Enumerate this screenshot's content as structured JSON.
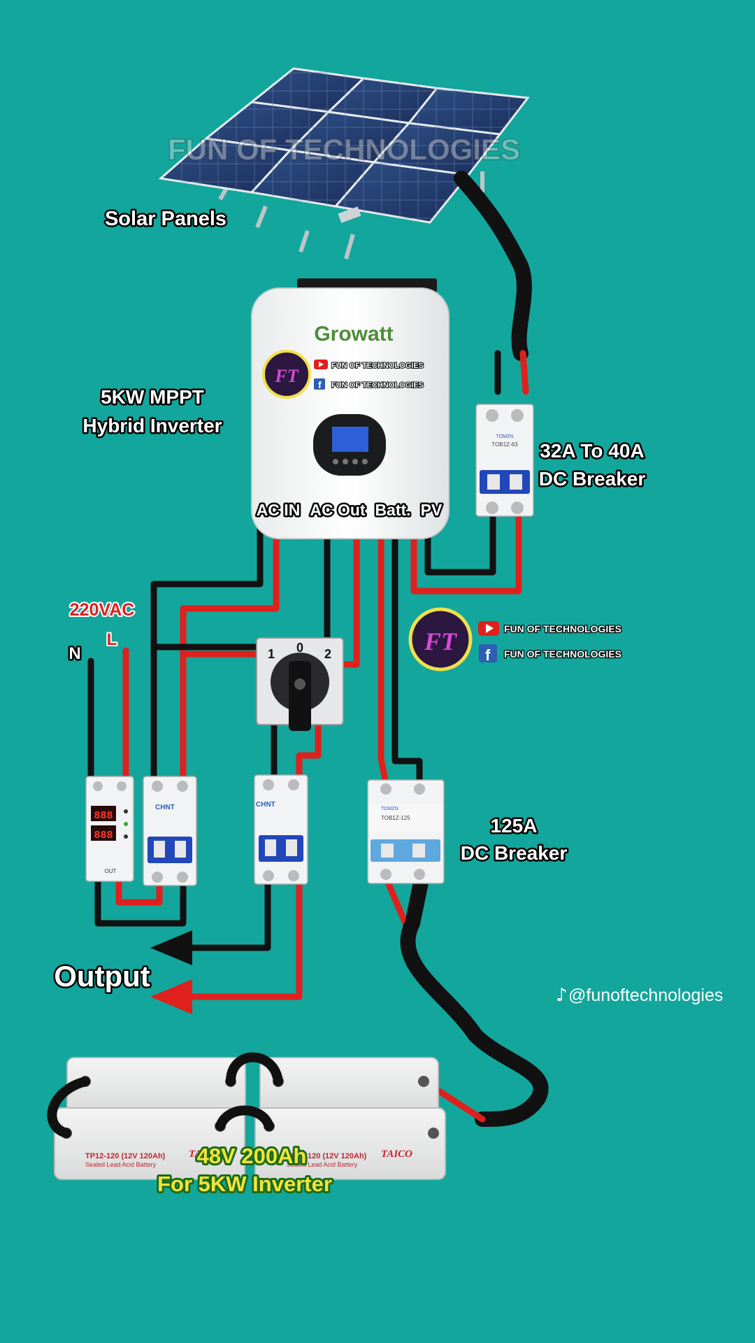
{
  "watermark": "FUN OF TECHNOLOGIES",
  "labels": {
    "solar_panels": "Solar Panels",
    "inverter_line1": "5KW MPPT",
    "inverter_line2": "Hybrid Inverter",
    "dc_breaker_pv_line1": "32A To 40A",
    "dc_breaker_pv_line2": "DC Breaker",
    "dc_breaker_batt_line1": "125A",
    "dc_breaker_batt_line2": "DC Breaker",
    "ac_source": "220VAC",
    "neutral": "N",
    "live": "L",
    "output": "Output",
    "battery_line1": "48V 200Ah",
    "battery_line2": "For 5KW Inverter"
  },
  "inverter": {
    "brand": "Growatt",
    "terminals": [
      "AC IN",
      "AC Out",
      "Batt.",
      "PV"
    ],
    "youtube_channel": "FUN OF TECHNOLOGIES",
    "facebook_page": "FUN OF TECHNOLOGIES",
    "badge": "FT"
  },
  "social": {
    "badge": "FT",
    "youtube": "FUN OF TECHNOLOGIES",
    "facebook": "FUN OF TECHNOLOGIES",
    "tiktok_handle": "@funoftechnologies"
  },
  "changeover_switch": {
    "positions": [
      "1",
      "0",
      "2"
    ]
  },
  "breakers": {
    "pv_dc": {
      "brand": "TOMZN",
      "model": "TOB1Z-63"
    },
    "battery_dc": {
      "brand": "TOMZN",
      "model": "TOB1Z-125"
    },
    "ac_1": {
      "brand": "CHNT"
    },
    "ac_2": {
      "brand": "CHNT"
    }
  },
  "voltage_protector": {
    "display_top": "888",
    "display_bottom": "888",
    "out_label": "OUT"
  },
  "batteries": {
    "model": "TP12-120 (12V 120Ah)",
    "type": "Sealed Lead Acid Battery",
    "brand": "TAICO",
    "count": 4
  },
  "colors": {
    "background": "#13a69c",
    "positive_wire": "#e0201d",
    "negative_wire": "#111111"
  }
}
